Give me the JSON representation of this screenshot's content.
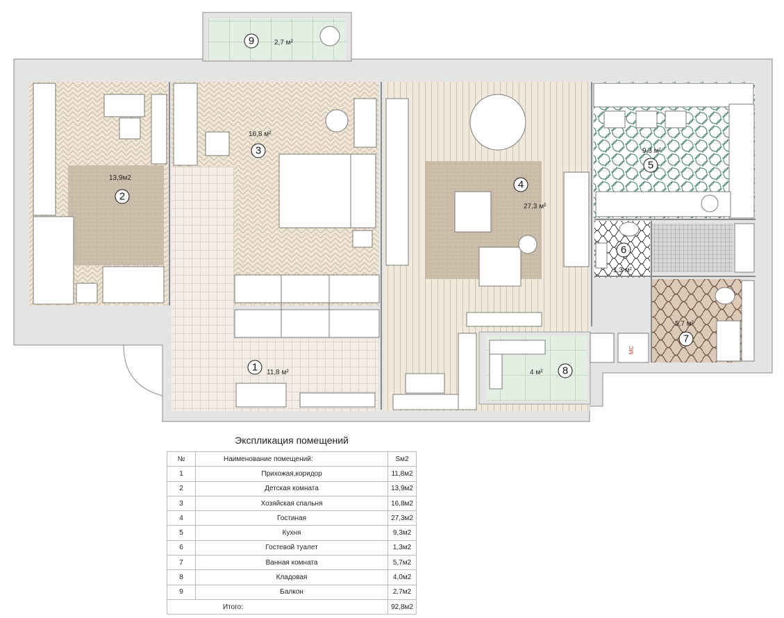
{
  "plan": {
    "rooms": [
      {
        "num": "1",
        "area": "11,8 м²"
      },
      {
        "num": "2",
        "area": "13,9м2"
      },
      {
        "num": "3",
        "area": "16,8 м²"
      },
      {
        "num": "4",
        "area": "27,3 м²"
      },
      {
        "num": "5",
        "area": "9,3 м²"
      },
      {
        "num": "6",
        "area": "1,3 м²"
      },
      {
        "num": "7",
        "area": "5,7 м²"
      },
      {
        "num": "8",
        "area": "4 м²"
      },
      {
        "num": "9",
        "area": "2,7 м²"
      }
    ],
    "shaft_label": "МС",
    "colors": {
      "wall": "#e4e4e4",
      "carpet": "#cfc0ae",
      "parquet": "#efe5d6",
      "hall_tile": "#f1ebe3",
      "balcony_tile": "#e3efe3",
      "kitchen_tile": "#e9f4ee",
      "bath_tile": "#d9c7b8",
      "toilet_tile": "#f2f2f2",
      "shower_tile": "#d8d8d8"
    }
  },
  "explication": {
    "title": "Экспликация помещений",
    "headers": {
      "num": "№",
      "name": "Наименование помещений:",
      "area": "Sм2"
    },
    "rows": [
      {
        "num": "1",
        "name": "Прихожая,коридор",
        "area": "11,8м2"
      },
      {
        "num": "2",
        "name": "Детская комната",
        "area": "13,9м2"
      },
      {
        "num": "3",
        "name": "Хозяйская спальня",
        "area": "16,8м2"
      },
      {
        "num": "4",
        "name": "Гостиная",
        "area": "27,3м2"
      },
      {
        "num": "5",
        "name": "Кухня",
        "area": "9,3м2"
      },
      {
        "num": "6",
        "name": "Гостевой туалет",
        "area": "1,3м2"
      },
      {
        "num": "7",
        "name": "Ванная комната",
        "area": "5,7м2"
      },
      {
        "num": "8",
        "name": "Кладовая",
        "area": "4,0м2"
      },
      {
        "num": "9",
        "name": "Балкон",
        "area": "2,7м2"
      }
    ],
    "total": {
      "label": "Итого:",
      "area": "92,8м2"
    }
  }
}
